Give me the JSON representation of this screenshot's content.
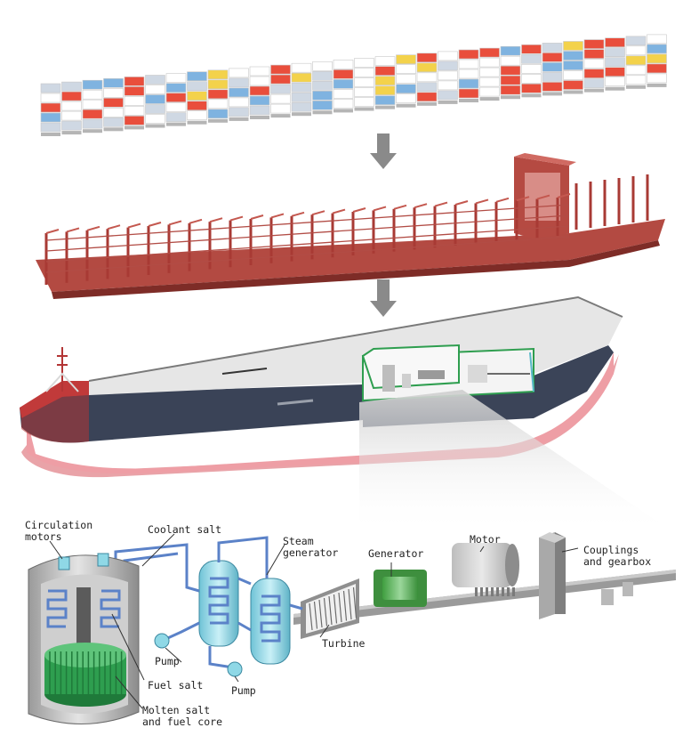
{
  "labels": {
    "circulation_motors": [
      "Circulation",
      "motors"
    ],
    "coolant_salt": "Coolant salt",
    "steam_generator": [
      "Steam",
      "generator"
    ],
    "generator": "Generator",
    "motor": "Motor",
    "couplings_gearbox": [
      "Couplings",
      "and gearbox"
    ],
    "turbine": "Turbine",
    "pump_1": "Pump",
    "pump_2": "Pump",
    "fuel_salt": "Fuel salt",
    "molten_salt_core": [
      "Molten salt",
      "and fuel core"
    ]
  },
  "colors": {
    "hull_red": "#c13a3a",
    "hull_navy": "#3a4357",
    "waterline_pink": "#e9a3a8",
    "deck_grey": "#e6e6e6",
    "frame_red": "#a83a34",
    "coolant_pipe": "#5b82c8",
    "fuel_green": "#2e9e4f",
    "steam_cyan": "#8fd8e6",
    "arrow_grey": "#8a8a8a"
  },
  "container_palette": [
    "#e94e3c",
    "#f2f2f2",
    "#7fb3e0",
    "#f3d24b",
    "#ffffff",
    "#cfd8e3"
  ]
}
